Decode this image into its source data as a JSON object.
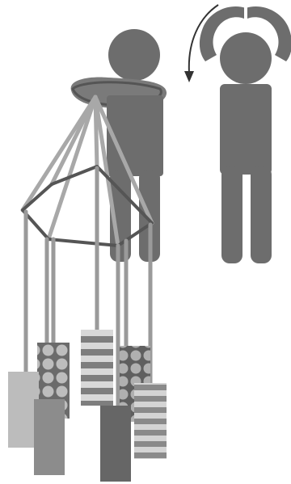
{
  "figure": {
    "colors": {
      "background": "#ffffff",
      "figure_dark": "#6d6d6d",
      "figure_mid": "#7a7a7a",
      "strings": "#9a9a9a",
      "frame_light": "#a8a8a8",
      "frame_dark": "#555555",
      "arrow": "#333333",
      "panel_light": "#bcbcbc",
      "panel_mid": "#8c8c8c",
      "panel_dark": "#666666",
      "stripe_light": "#d8d8d8",
      "dot_light": "#bdbdbd"
    },
    "parts": [
      "person-front-view",
      "rotation-arrow",
      "person-wearing-hoop-frame",
      "hexagonal-hoop-frame",
      "hanging-strings",
      "hanging-panels"
    ]
  }
}
